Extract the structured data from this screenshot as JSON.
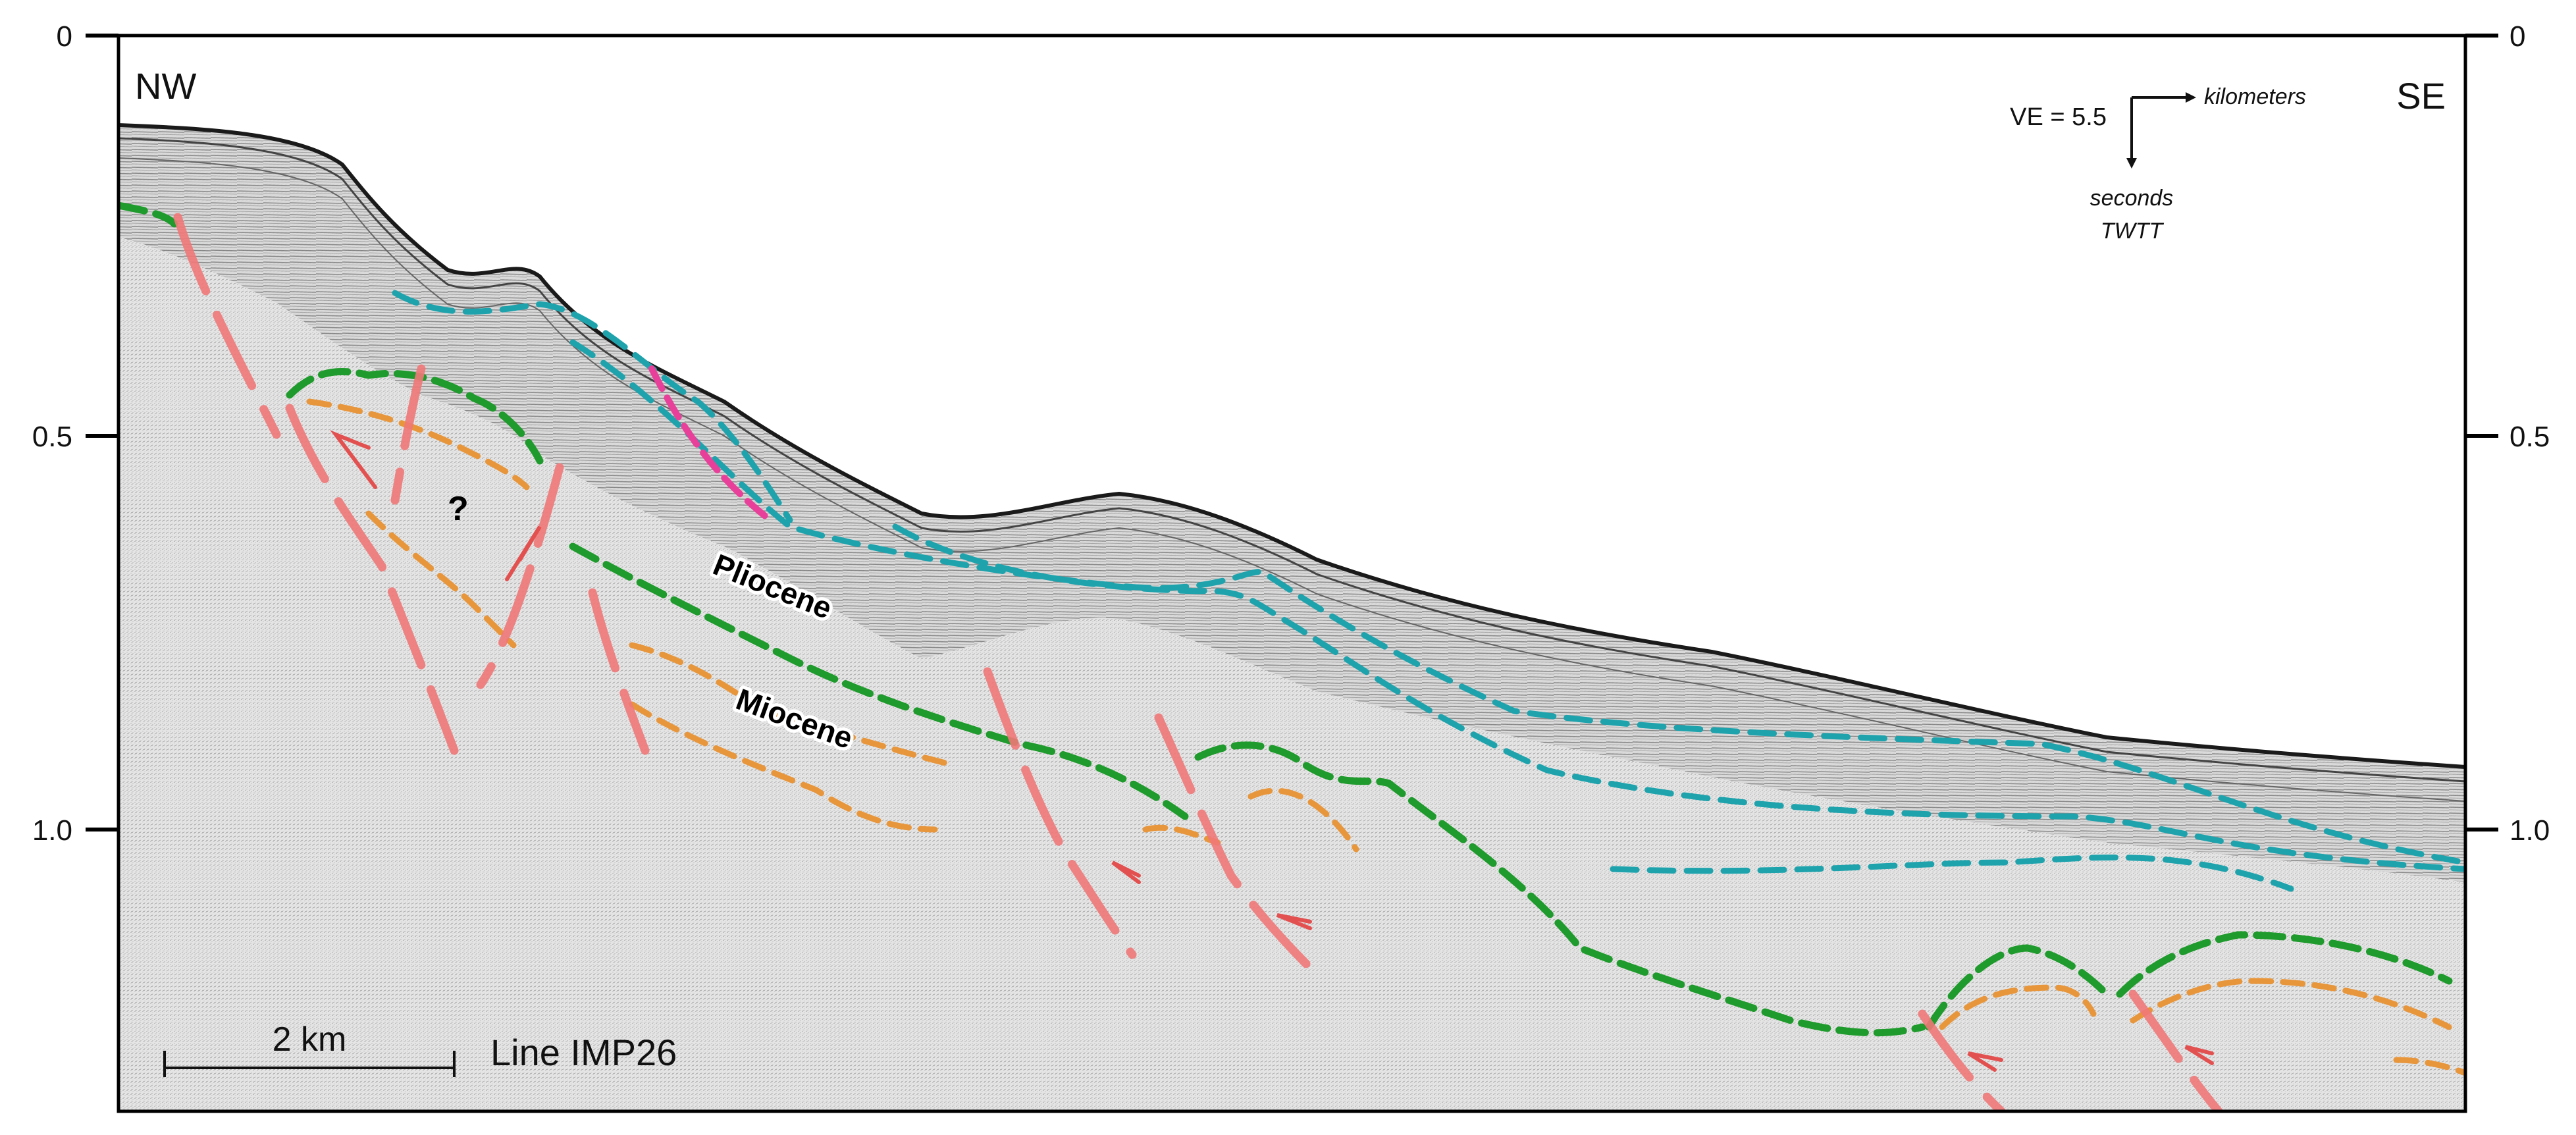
{
  "left_axis": {
    "ticks": [
      "0",
      "0.5",
      "1.0"
    ]
  },
  "right_axis": {
    "ticks": [
      "0",
      "0.5",
      "1.0"
    ]
  },
  "labels": {
    "nw": "NW",
    "se": "SE",
    "pliocene": "Pliocene",
    "miocene": "Miocene",
    "question": "?"
  },
  "orientation": {
    "ve": "VE = 5.5",
    "kilometers": "kilometers",
    "seconds": "seconds",
    "twtt": "TWTT"
  },
  "scale_bar": {
    "label": "2 km"
  },
  "line_name": "Line IMP26",
  "colors": {
    "cyan_horizon": "#1ea3ad",
    "green_horizon": "#1f9a2c",
    "orange_horizon": "#e8963c",
    "fault": "#f07878",
    "pink_horizon": "#e8409a",
    "seafloor": "#1a1a1a"
  }
}
